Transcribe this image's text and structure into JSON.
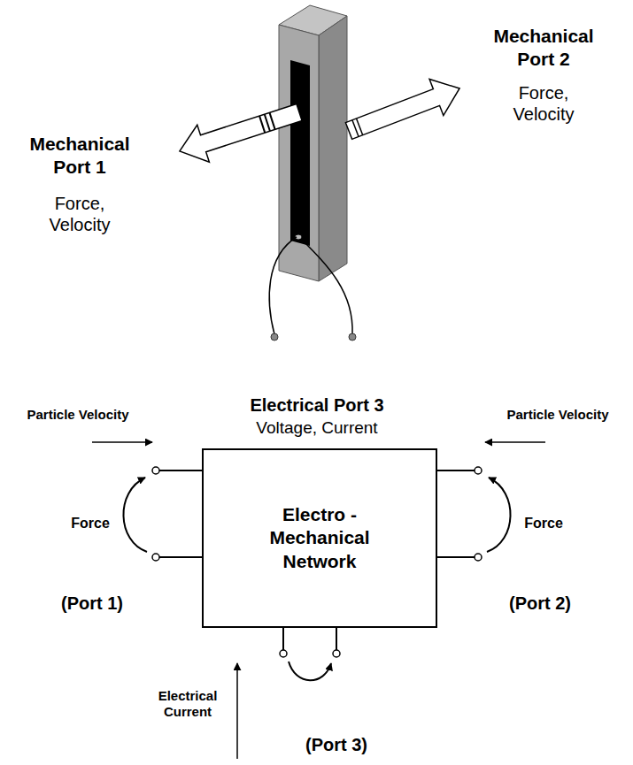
{
  "diagram": {
    "nodes": [
      {
        "text": [
          "Electro - Mechanical Network"
        ]
      }
    ],
    "labels": [
      "Mechanical Port 1",
      "Force, Velocity",
      "Mechanical Port 2",
      "Force, Velocity",
      "Electrical Port 3",
      "Voltage, Current",
      "Particle Velocity",
      "Particle Velocity",
      "Force",
      "Force",
      "(Port 1)",
      "(Port 2)",
      "Electrical Current",
      "(Port 3)"
    ]
  }
}
